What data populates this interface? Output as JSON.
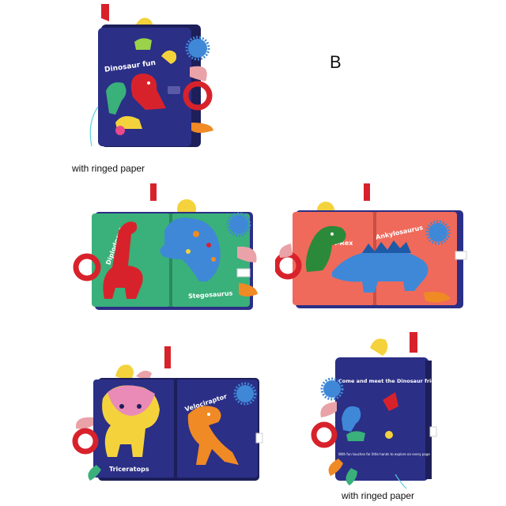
{
  "letter": "B",
  "captions": {
    "top_left": "with ringed paper",
    "bottom_right": "with ringed paper"
  },
  "book_texts": {
    "cover_title": "Dinosaur fun",
    "spread1_left": "Diplodocus",
    "spread1_right": "Stegosaurus",
    "spread2_left": "T-Rex",
    "spread2_right": "Ankylosaurus",
    "spread3_left": "Triceratops",
    "spread3_right": "Velociraptor",
    "back_title": "Come and meet the Dinosaur friends!",
    "back_subtitle": "With fun touches for little hands to explore on every page"
  },
  "colors": {
    "navy": "#2b2f86",
    "green": "#3ab07a",
    "coral": "#ef6a5a",
    "red": "#d8222b",
    "orange": "#f08a24",
    "yellow": "#f4d23c",
    "blue": "#3f88d8"
  }
}
